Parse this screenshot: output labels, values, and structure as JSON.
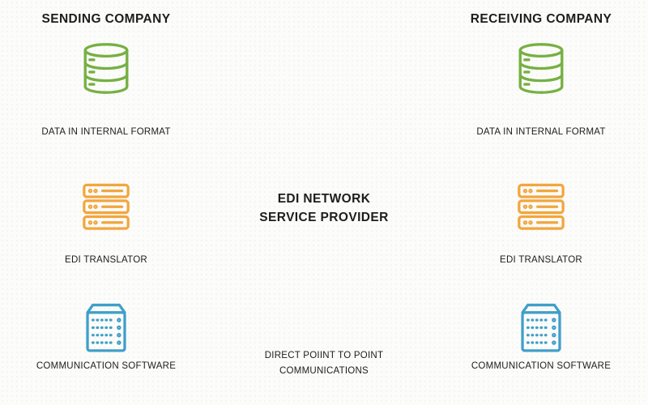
{
  "colors": {
    "database": "#76b043",
    "translator": "#f2a63d",
    "communication": "#3f9fca",
    "text": "#1d1d1d"
  },
  "columns": [
    {
      "title": "SENDING COMPANY",
      "items": [
        {
          "label": "DATA IN INTERNAL FORMAT",
          "icon": "database-icon"
        },
        {
          "label": "EDI TRANSLATOR",
          "icon": "server-stack-icon"
        },
        {
          "label": "COMMUNICATION SOFTWARE",
          "icon": "communication-server-icon"
        }
      ]
    },
    {
      "title": "RECEIVING COMPANY",
      "items": [
        {
          "label": "DATA IN INTERNAL FORMAT",
          "icon": "database-icon"
        },
        {
          "label": "EDI TRANSLATOR",
          "icon": "server-stack-icon"
        },
        {
          "label": "COMMUNICATION SOFTWARE",
          "icon": "communication-server-icon"
        }
      ]
    }
  ],
  "center": {
    "title_line1": "EDI NETWORK",
    "title_line2": "SERVICE PROVIDER",
    "note_line1": "DIRECT POIINT TO POINT",
    "note_line2": "COMMUNICATIONS"
  }
}
